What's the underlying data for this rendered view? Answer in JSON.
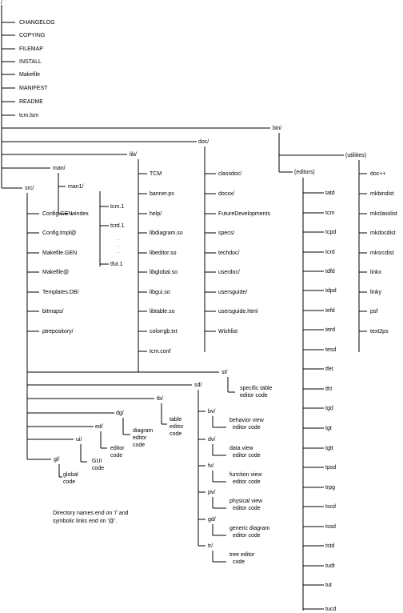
{
  "root": "/",
  "root_files": [
    "CHANGELOG",
    "COPYING",
    "FILEMAP",
    "INSTALL",
    "Makefile",
    "MANIFEST",
    "README",
    "tcm.lsm"
  ],
  "top_dirs": {
    "bin": "bin/",
    "doc": "doc/",
    "lib": "lib/",
    "man": "man/",
    "src": "src/"
  },
  "bin": {
    "editors_label": "(editors)",
    "utilities_label": "(utilities)",
    "editors": [
      "tatd",
      "tcm",
      "tcpd",
      "tcrd",
      "tdfd",
      "tdpd",
      "tefd",
      "terd",
      "tesd",
      "tfet",
      "tfrt",
      "tgd",
      "tgt",
      "tgtt",
      "tpsd",
      "trpg",
      "tscd",
      "tssd",
      "tstd",
      "tudt",
      "tut",
      "tucd"
    ],
    "utilities": [
      "doc++",
      "mkbindist",
      "mkclasslist",
      "mkdocdist",
      "mksrcdist",
      "linkx",
      "linky",
      "psf",
      "text2ps"
    ]
  },
  "doc": [
    "classdoc/",
    "docxx/",
    "FutureDevelopments",
    "specs/",
    "techdoc/",
    "userdoc/",
    "usersguide/",
    "usersguide.html",
    "Wishlist"
  ],
  "lib": [
    "TCM",
    "banner.ps",
    "help/",
    "libdiagram.so",
    "libeditor.so",
    "libglobal.so",
    "libgui.so",
    "libtable.so",
    "colorrgb.txt",
    "tcm.conf"
  ],
  "man": {
    "windex": "windex",
    "man1": "man1/",
    "pages": [
      "tcm.1",
      "tcrd.1",
      ".",
      ".",
      ".",
      "tfut.1"
    ]
  },
  "src": {
    "files": [
      "Config.GEN",
      "Config.tmpl@",
      "Makefile.GEN",
      "Makefile@",
      "Templates.DB/",
      "bitmaps/",
      "ptrepository/"
    ],
    "st": "st/",
    "st_desc": [
      "specific table",
      "editor code"
    ],
    "sd": "sd/",
    "tb": "tb/",
    "tb_desc": [
      "table",
      "editor",
      "code"
    ],
    "dg": "dg/",
    "dg_desc": [
      "diagram",
      "editor",
      "code"
    ],
    "ed": "ed/",
    "ed_desc": [
      "editor",
      "code"
    ],
    "ui": "ui/",
    "ui_desc": [
      "GUI",
      "code"
    ],
    "gl": "gl/",
    "gl_desc": [
      "global",
      "code"
    ],
    "sd_subdirs": [
      {
        "name": "bv/",
        "desc": [
          "behavior view",
          "editor code"
        ]
      },
      {
        "name": "dv/",
        "desc": [
          "data view",
          "editor code"
        ]
      },
      {
        "name": "fv/",
        "desc": [
          "function view",
          "editor code"
        ]
      },
      {
        "name": "pv/",
        "desc": [
          "physical view",
          "editor code"
        ]
      },
      {
        "name": "gd/",
        "desc": [
          "generic diagram",
          "editor code"
        ]
      },
      {
        "name": "tr/",
        "desc": [
          "tree editor",
          "code"
        ]
      }
    ]
  },
  "note": [
    "Directory names end on '/' and",
    "symbolic links end on '@'."
  ]
}
